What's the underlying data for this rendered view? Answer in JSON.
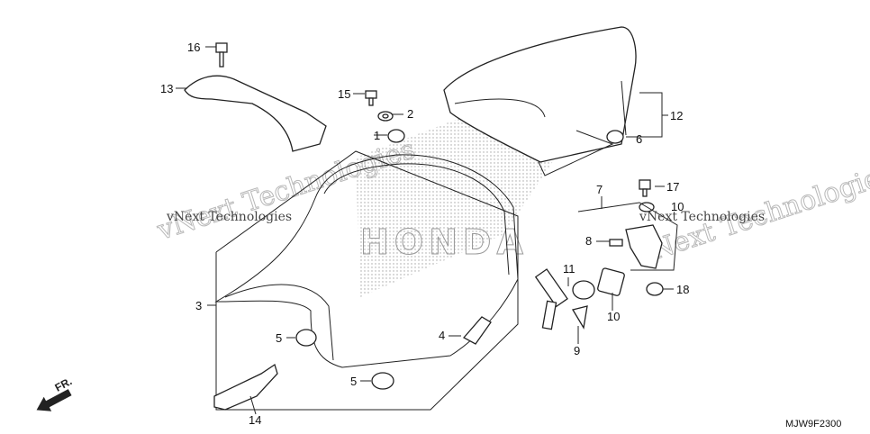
{
  "diagram_code": "MJW9F2300",
  "direction_label": "FR.",
  "watermark": {
    "small_text": "vNext Technologies",
    "large_text": "vNext Technologies"
  },
  "seat_emblem_text": "HONDA",
  "callouts": [
    {
      "id": "1",
      "label": "1"
    },
    {
      "id": "2",
      "label": "2"
    },
    {
      "id": "3",
      "label": "3"
    },
    {
      "id": "4",
      "label": "4"
    },
    {
      "id": "5a",
      "label": "5"
    },
    {
      "id": "5b",
      "label": "5"
    },
    {
      "id": "6",
      "label": "6"
    },
    {
      "id": "7",
      "label": "7"
    },
    {
      "id": "8",
      "label": "8"
    },
    {
      "id": "9",
      "label": "9"
    },
    {
      "id": "10a",
      "label": "10"
    },
    {
      "id": "10b",
      "label": "10"
    },
    {
      "id": "11",
      "label": "11"
    },
    {
      "id": "12",
      "label": "12"
    },
    {
      "id": "13",
      "label": "13"
    },
    {
      "id": "14",
      "label": "14"
    },
    {
      "id": "15",
      "label": "15"
    },
    {
      "id": "16",
      "label": "16"
    },
    {
      "id": "17",
      "label": "17"
    },
    {
      "id": "18",
      "label": "18"
    }
  ]
}
